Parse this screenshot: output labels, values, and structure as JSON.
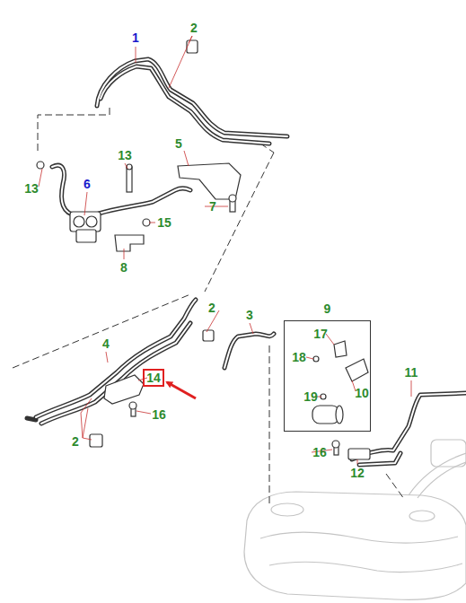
{
  "diagram": {
    "nodes": [
      {
        "text": [
          "9"
        ]
      },
      {
        "text": [
          "14"
        ]
      }
    ],
    "labels": [
      "1",
      "2",
      "13",
      "5",
      "13",
      "6",
      "15",
      "7",
      "8",
      "2",
      "3",
      "17",
      "18",
      "10",
      "19",
      "4",
      "16",
      "2",
      "11",
      "16",
      "12"
    ]
  }
}
